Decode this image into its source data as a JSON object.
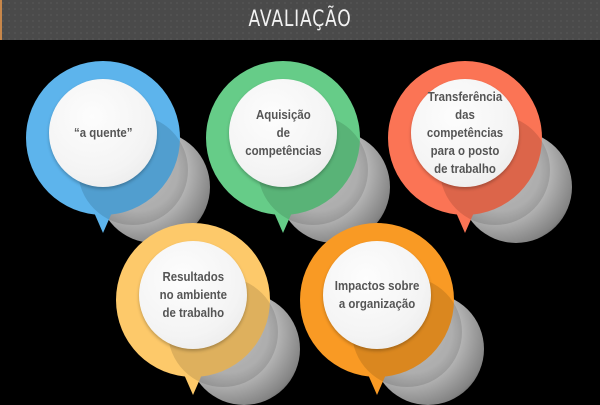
{
  "header": {
    "title": "AVALIAÇÃO"
  },
  "bubbles": [
    {
      "label": "“a quente”",
      "color": "#5db4ec"
    },
    {
      "label": "Aquisição\nde\ncompetências",
      "color": "#66cc88"
    },
    {
      "label": "Transferência\ndas competências\npara o posto\nde trabalho",
      "color": "#fb7455"
    },
    {
      "label": "Resultados\nno ambiente\nde trabalho",
      "color": "#fdc96a"
    },
    {
      "label": "Impactos sobre\na organização",
      "color": "#f99a24"
    }
  ]
}
